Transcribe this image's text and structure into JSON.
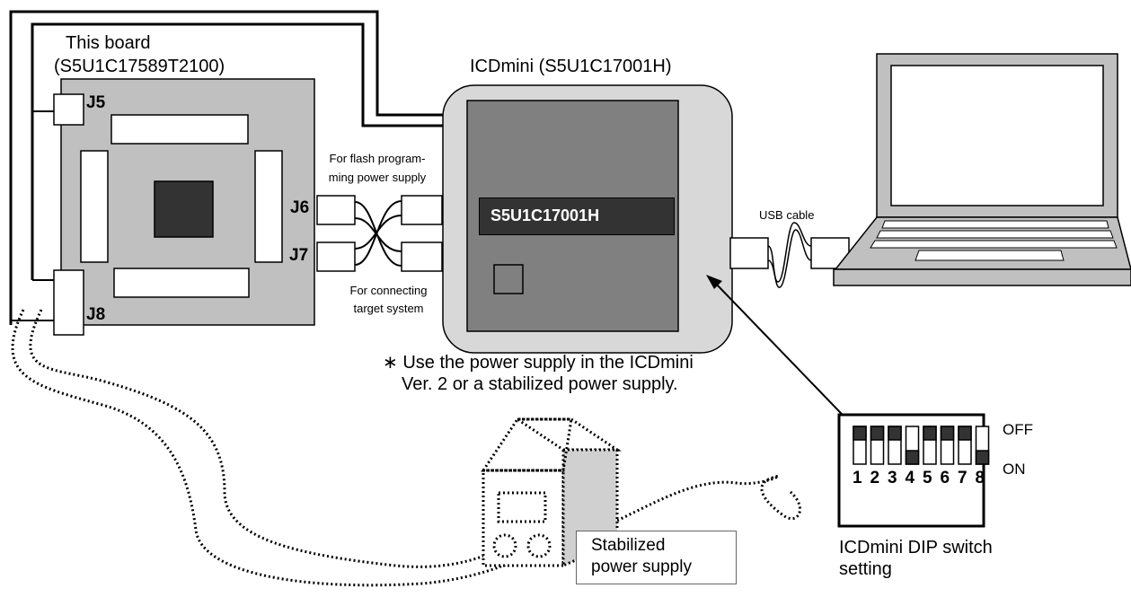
{
  "board": {
    "title_line1": "This board",
    "title_line2": "(S5U1C17589T2100)",
    "connectors": [
      "J5",
      "J6",
      "J7",
      "J8"
    ]
  },
  "icdmini": {
    "title": "ICDmini (S5U1C17001H)",
    "chip_label": "S5U1C17001H"
  },
  "labels": {
    "flash_line1": "For flash program-",
    "flash_line2": "ming power supply",
    "target_line1": "For connecting",
    "target_line2": "target system",
    "usb_cable": "USB cable"
  },
  "note": {
    "line1": "∗ Use the power supply in the ICDmini",
    "line2": "Ver. 2 or a stabilized power supply."
  },
  "dip_switch": {
    "off_label": "OFF",
    "on_label": "ON",
    "numbers": [
      "1",
      "2",
      "3",
      "4",
      "5",
      "6",
      "7",
      "8"
    ],
    "states": [
      "OFF",
      "OFF",
      "OFF",
      "ON",
      "OFF",
      "OFF",
      "OFF",
      "ON"
    ],
    "caption_line1": "ICDmini DIP switch",
    "caption_line2": "setting"
  },
  "power_supply": {
    "line1": "Stabilized",
    "line2": "power supply"
  }
}
